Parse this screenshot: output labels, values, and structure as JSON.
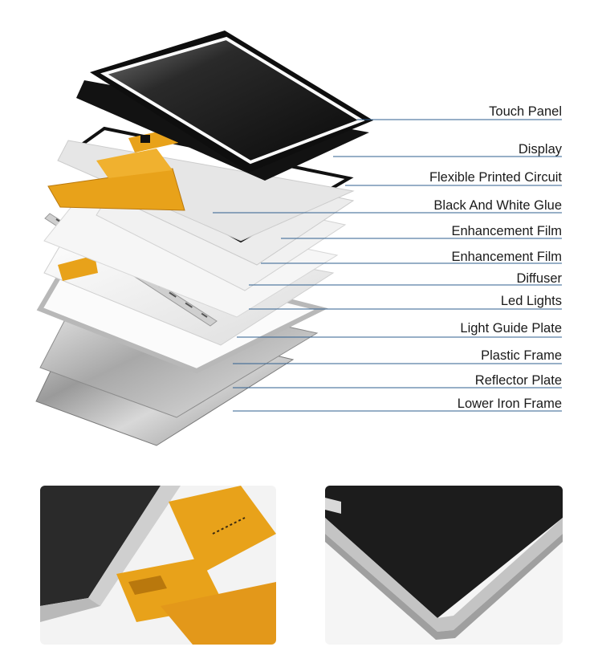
{
  "layers": [
    {
      "id": "touch-panel",
      "label": "Touch Panel"
    },
    {
      "id": "display",
      "label": "Display"
    },
    {
      "id": "flexible-printed-circuit",
      "label": "Flexible Printed Circuit"
    },
    {
      "id": "black-and-white-glue",
      "label": "Black And White Glue"
    },
    {
      "id": "enhancement-film-1",
      "label": "Enhancement Film"
    },
    {
      "id": "enhancement-film-2",
      "label": "Enhancement Film"
    },
    {
      "id": "diffuser",
      "label": "Diffuser"
    },
    {
      "id": "led-lights",
      "label": "Led Lights"
    },
    {
      "id": "light-guide-plate",
      "label": "Light Guide Plate"
    },
    {
      "id": "plastic-frame",
      "label": "Plastic Frame"
    },
    {
      "id": "reflector-plate",
      "label": "Reflector Plate"
    },
    {
      "id": "lower-iron-frame",
      "label": "Lower Iron Frame"
    }
  ],
  "photos": [
    {
      "id": "fpc-closeup",
      "icon": "lcd-fpc-closeup-photo"
    },
    {
      "id": "corner-closeup",
      "icon": "lcd-corner-closeup-photo"
    }
  ],
  "colors": {
    "leader_line": "#2f5f8f",
    "fpc": "#e8a21a",
    "panel": "#111111",
    "metal": "#b5b5b5"
  }
}
